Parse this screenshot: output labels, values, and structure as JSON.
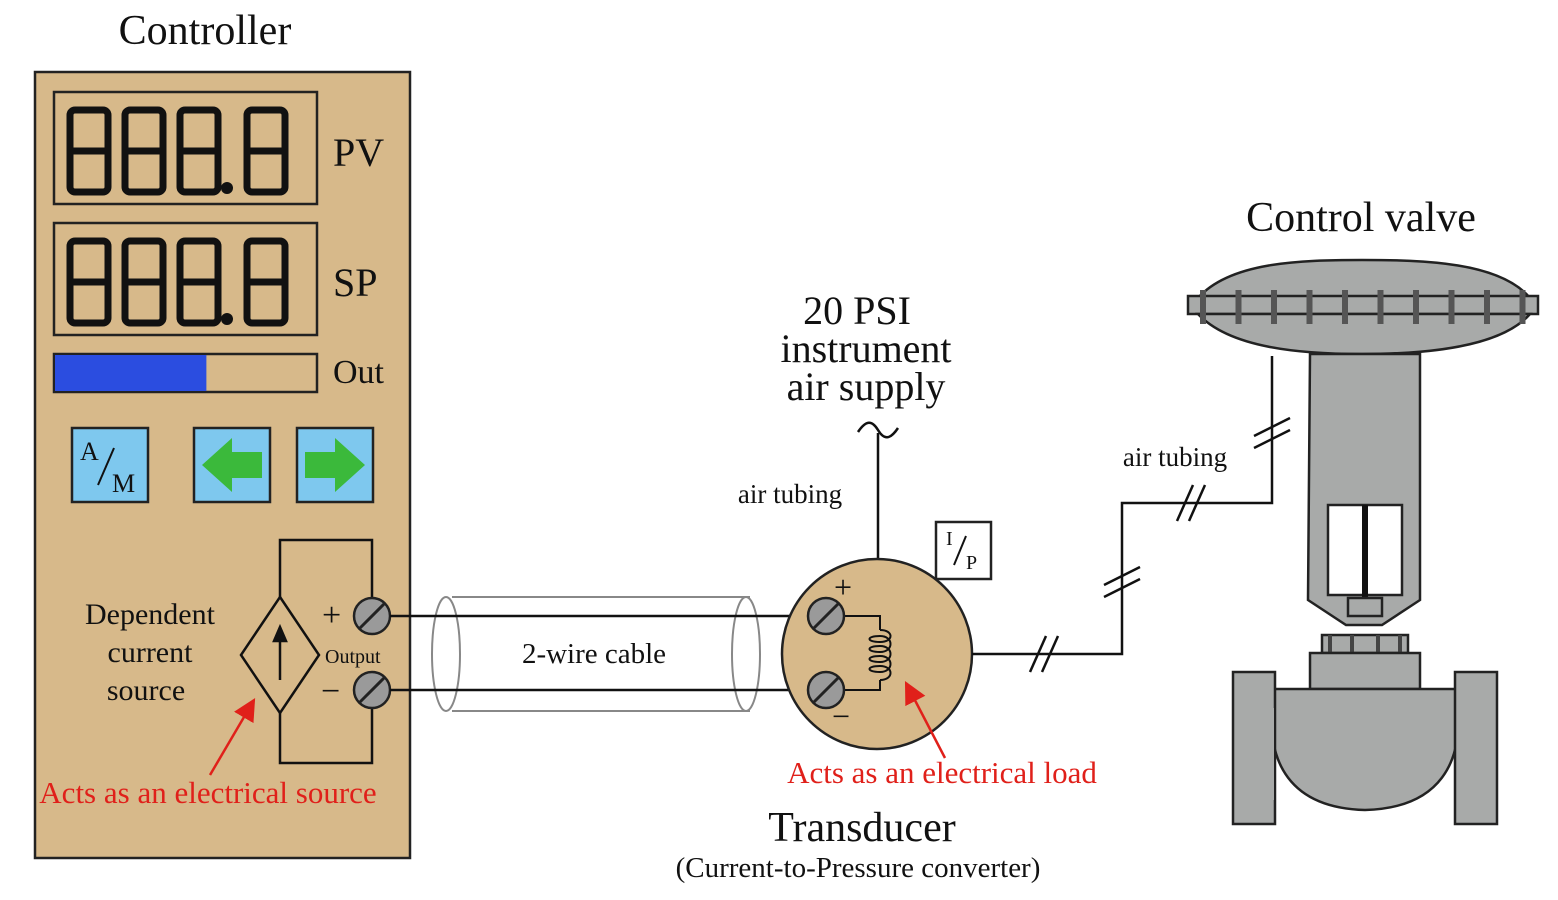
{
  "titles": {
    "controller": "Controller",
    "control_valve": "Control valve",
    "transducer": "Transducer",
    "transducer_sub": "(Current-to-Pressure converter)"
  },
  "controller": {
    "pv_display": "888.8",
    "pv_label": "PV",
    "sp_display": "888.8",
    "sp_label": "SP",
    "out_label": "Out",
    "out_level": 0.58,
    "buttons": {
      "auto_manual_a": "A",
      "auto_manual_m": "M",
      "left_arrow": "left-arrow-icon",
      "right_arrow": "right-arrow-icon"
    },
    "source_label_1": "Dependent",
    "source_label_2": "current",
    "source_label_3": "source",
    "output_label": "Output",
    "plus": "+",
    "minus": "−"
  },
  "cable_label": "2-wire cable",
  "supply": {
    "line1": "20 PSI",
    "line2": "instrument",
    "line3": "air supply"
  },
  "tubing_left": "air tubing",
  "tubing_right": "air tubing",
  "ip_box": {
    "i": "I",
    "p": "P"
  },
  "transducer_plus": "+",
  "transducer_minus": "−",
  "annotations": {
    "source": "Acts as an electrical source",
    "load": "Acts as an electrical load"
  },
  "colors": {
    "panel": "#d7b98a",
    "button": "#7ec8ee",
    "arrow": "#3bb93b",
    "bar": "#2b4de0",
    "valve": "#a8aaa9",
    "annotation": "#e0201a"
  }
}
